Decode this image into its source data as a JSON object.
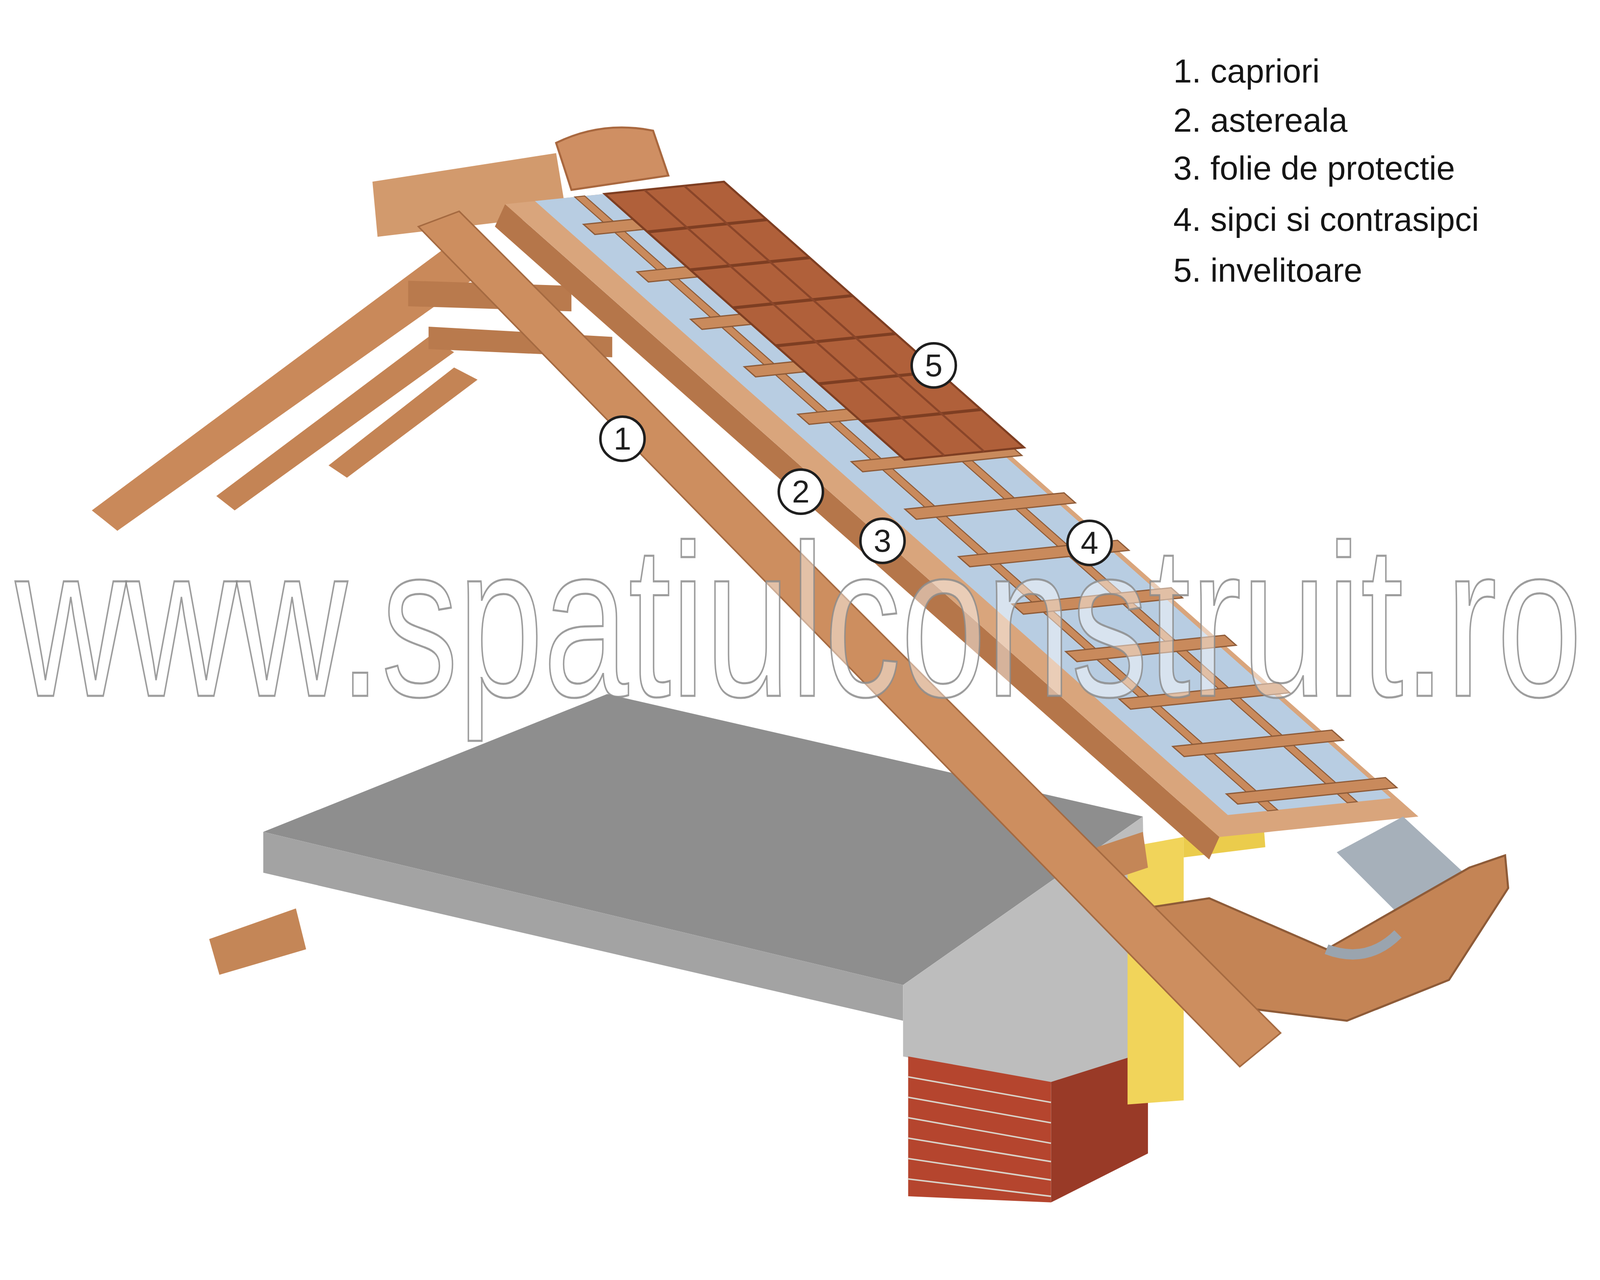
{
  "diagram": {
    "labels": [
      "1. capriori",
      "2. astereala",
      "3. folie de protectie",
      "4. sipci si contrasipci",
      "5. invelitoare",
      "5",
      "1",
      "2",
      "3",
      "4",
      "www.spatiulconstruit.ro"
    ]
  }
}
